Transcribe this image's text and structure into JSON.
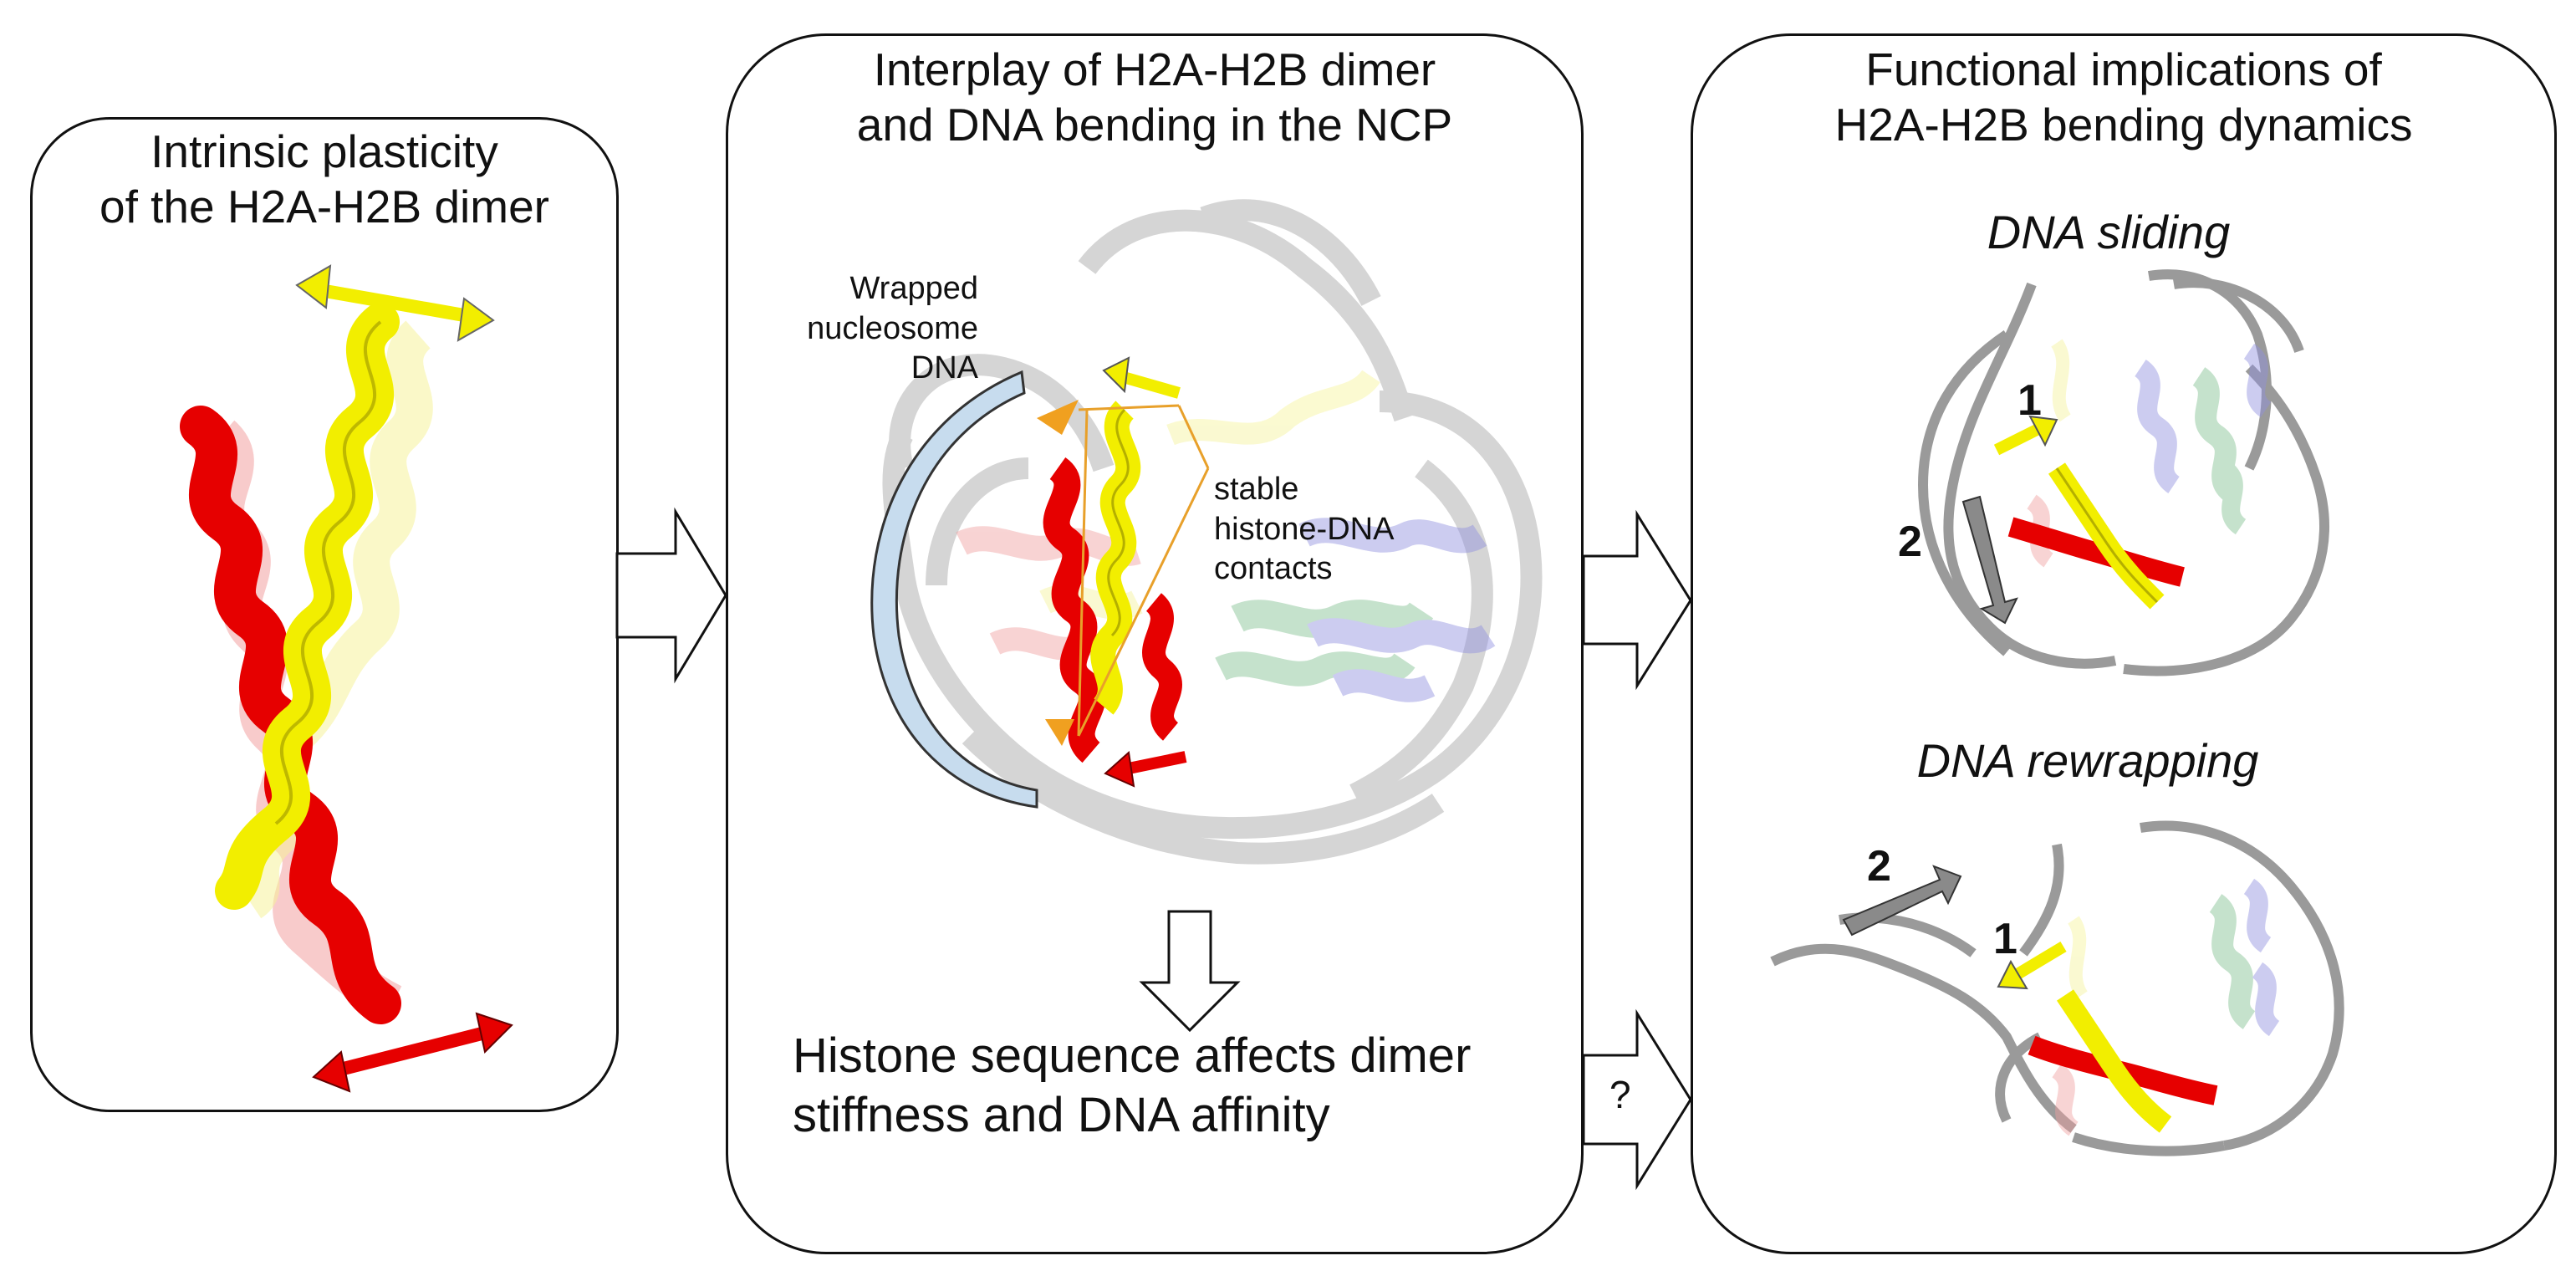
{
  "panels": {
    "left": {
      "title_line1": "Intrinsic plasticity",
      "title_line2": "of the H2A-H2B dimer"
    },
    "middle": {
      "title_line1": "Interplay of H2A-H2B dimer",
      "title_line2": "and DNA bending in the NCP",
      "label_wrapped_line1": "Wrapped",
      "label_wrapped_line2": "nucleosome",
      "label_wrapped_line3": "DNA",
      "label_contacts_line1": "stable",
      "label_contacts_line2": "histone-DNA",
      "label_contacts_line3": "contacts",
      "conclusion_line1": "Histone sequence affects dimer",
      "conclusion_line2": "stiffness and DNA affinity"
    },
    "right": {
      "title_line1": "Functional implications of",
      "title_line2": "H2A-H2B bending dynamics",
      "subtitle_sliding": "DNA sliding",
      "subtitle_rewrapping": "DNA rewrapping",
      "sliding_step1": "1",
      "sliding_step2": "2",
      "rewrapping_step1": "1",
      "rewrapping_step2": "2"
    }
  },
  "connectors": {
    "question_label": "?"
  },
  "colors": {
    "helix_red": "#e60000",
    "helix_yellow": "#f2ee00",
    "dna_gray": "#9a9a9a",
    "histone_green": "#7fbf8f",
    "histone_blue": "#8f8fe0",
    "bend_arc": "#c7dcee",
    "orange_line": "#e8a02a",
    "step_arrow_gray": "#8a8a8a"
  }
}
